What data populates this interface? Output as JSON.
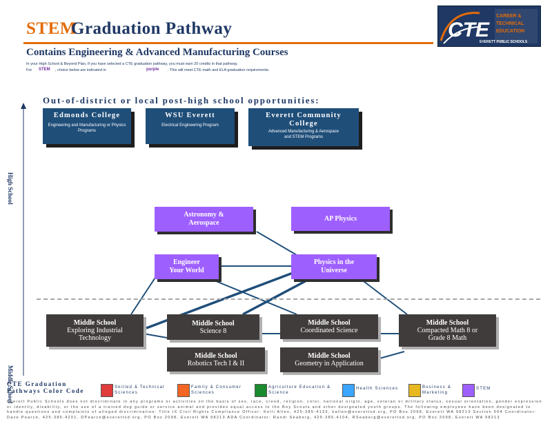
{
  "header": {
    "title_stem": "STEM",
    "title_rest": "Graduation Pathway",
    "subtitle": "Contains Engineering & Advanced Manufacturing Courses",
    "note_line1": "In your High School & Beyond Plan, if you have selected a CTE graduation pathway, you must earn 20 credits in that pathway.",
    "note_line2_prefix": "For",
    "note_line2_pathway": "STEM",
    "note_line2_middle": ", choice below are indicated in",
    "note_line2_color": "purple",
    "note_line2_suffix": ". This will meet CTE math and ELA graduation requirements."
  },
  "logo": {
    "letters": "CTE",
    "lines": [
      "CAREER &",
      "TECHNICAL",
      "EDUCATION",
      "EVERETT PUBLIC SCHOOLS"
    ]
  },
  "post_high_school": {
    "heading": "Out-of-district or local post-high school opportunities:",
    "boxes": [
      {
        "title": "Edmonds College",
        "detail": "Engineering and Manufacturing or Physics Programs"
      },
      {
        "title": "WSU Everett",
        "detail": "Electrical Engineering Program"
      },
      {
        "title": "Everett Community College",
        "detail": "Advanced Manufacturing & Aerospace and STEM Programs"
      }
    ]
  },
  "axis": {
    "high_school": "High School",
    "middle_school": "Middle School"
  },
  "high_school_courses": {
    "astronomy": "Astronomy & Aerospace",
    "ap_physics": "AP Physics",
    "engineer": "Engineer Your World",
    "physics": "Physics in the Universe"
  },
  "middle_school_courses": [
    {
      "heading": "Middle School",
      "course": "Exploring Industrial Technology"
    },
    {
      "heading": "Middle School",
      "course": "Science 8"
    },
    {
      "heading": "Middle School",
      "course": "Coordinated Science"
    },
    {
      "heading": "Middle School",
      "course": "Compacted Math 8 or Grade 8 Math"
    },
    {
      "heading": "Middle School",
      "course": "Robotics Tech I & II"
    },
    {
      "heading": "Middle School",
      "course": "Geometry in Application"
    }
  ],
  "legend": {
    "title_line1": "CTE Graduation",
    "title_line2": "Pathways Color Code",
    "items": [
      {
        "label": "Skilled & Technical Sciences",
        "color": "#e03c3c"
      },
      {
        "label": "Family & Consumer Sciences",
        "color": "#f26522"
      },
      {
        "label": "Agriculture Education & Science",
        "color": "#1a8a2e"
      },
      {
        "label": "Health Sciences",
        "color": "#3aa6ff"
      },
      {
        "label": "Business & Marketing",
        "color": "#e8b820"
      },
      {
        "label": "STEM",
        "color": "#9e5fff"
      }
    ]
  },
  "footer": "Everett Public Schools does not discriminate in any programs or activities on the basis of sex, race, creed, religion, color, national origin, age, veteran or military status, sexual orientation, gender expression or identity, disability, or the use of a trained dog guide or service animal and provides equal access to the Boy Scouts and other designated youth groups. The following employees have been designated to handle questions and complaints of alleged discrimination: Title IX Civil Rights Compliance Officer: Kelli Allen, 425-385-4133, kallen@everettsd.org, PO Box 2098, Everett WA 98213 Section 504 Coordinator: Dave Pearce, 425-385-4201, DPearce@everettsd.org, PO Box 2098, Everett WA 98213 ADA Coordinator: Randi Seaberg, 425-385-4104, RSeaberg@everettsd.org, PO Box 2098, Everett WA 98213"
}
